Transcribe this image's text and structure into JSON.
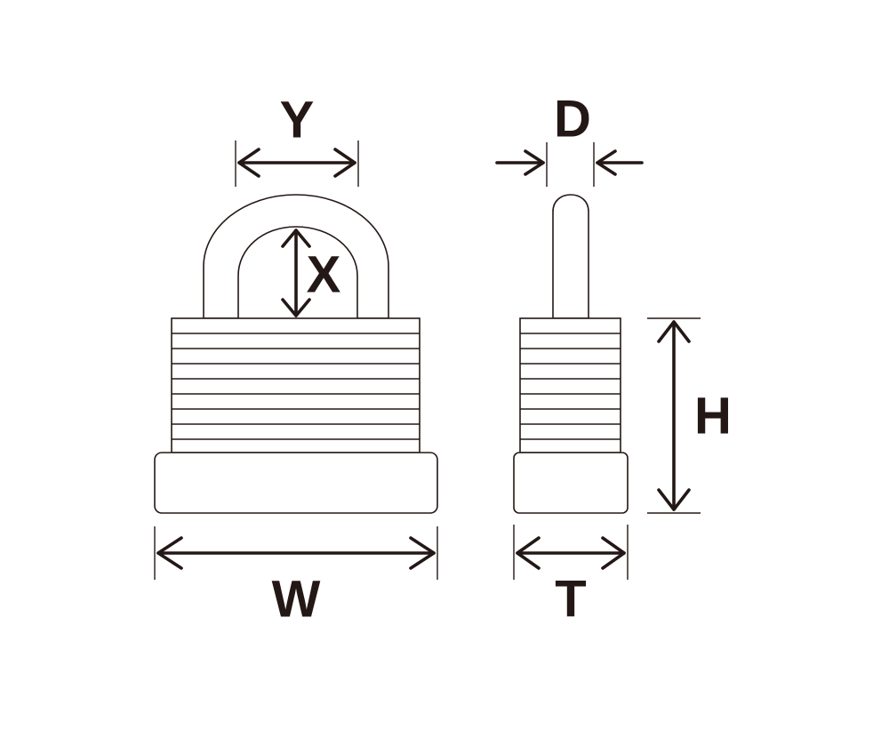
{
  "labels": {
    "y": "Y",
    "x": "X",
    "w": "W",
    "d": "D",
    "h": "H",
    "t": "T"
  },
  "colors": {
    "ink": "#231815",
    "background": "#ffffff"
  }
}
